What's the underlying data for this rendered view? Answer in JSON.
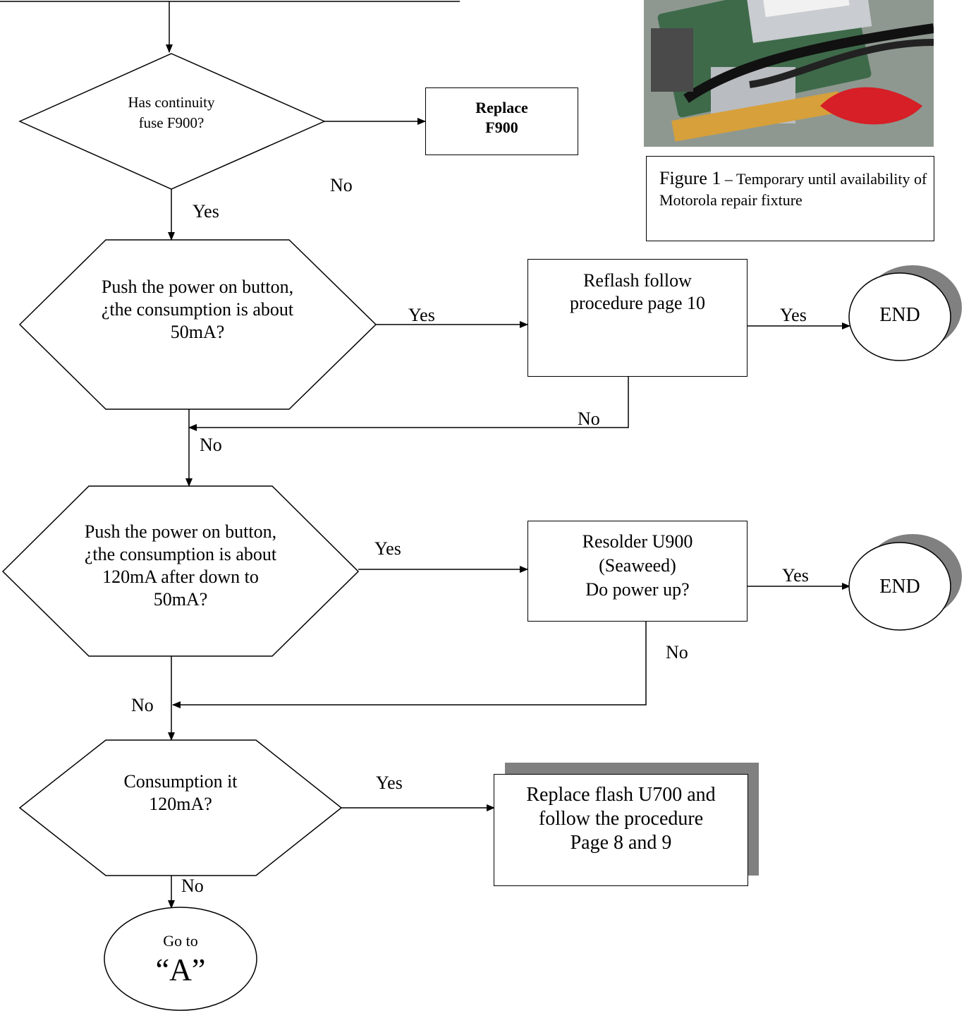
{
  "figure": {
    "caption_prefix": "Figure 1",
    "caption_text": " – Temporary until availability of Motorola repair fixture",
    "photo_icon": "circuit-board-photo"
  },
  "nodes": {
    "d1": {
      "line1": "Has continuity",
      "line2": "fuse F900?"
    },
    "r1": {
      "line1": "Replace",
      "line2": "F900"
    },
    "d2": {
      "line1": "Push the power on button,",
      "line2": "¿the consumption is about",
      "line3": "50mA?"
    },
    "r2": {
      "line1": "Reflash follow",
      "line2": "procedure page 10"
    },
    "end1": {
      "label": "END"
    },
    "d3": {
      "line1": "Push the power on button,",
      "line2": "¿the consumption is about",
      "line3": "120mA after down to",
      "line4": "50mA?"
    },
    "r3": {
      "line1": "Resolder U900",
      "line2": "(Seaweed)",
      "line3": "Do power up?"
    },
    "end2": {
      "label": "END"
    },
    "d4": {
      "line1": "Consumption it",
      "line2": "120mA?"
    },
    "r4": {
      "line1": "Replace flash U700 and",
      "line2": "follow the procedure",
      "line3": "Page 8 and 9"
    },
    "goto": {
      "line1": "Go to",
      "line2": "“A”"
    }
  },
  "edge_labels": {
    "d1_no": "No",
    "d1_yes": "Yes",
    "d2_yes": "Yes",
    "r2_yes": "Yes",
    "r2_no": "No",
    "d2_no": "No",
    "d3_yes": "Yes",
    "r3_yes": "Yes",
    "r3_no": "No",
    "d3_no": "No",
    "d4_yes": "Yes",
    "d4_no": "No"
  }
}
